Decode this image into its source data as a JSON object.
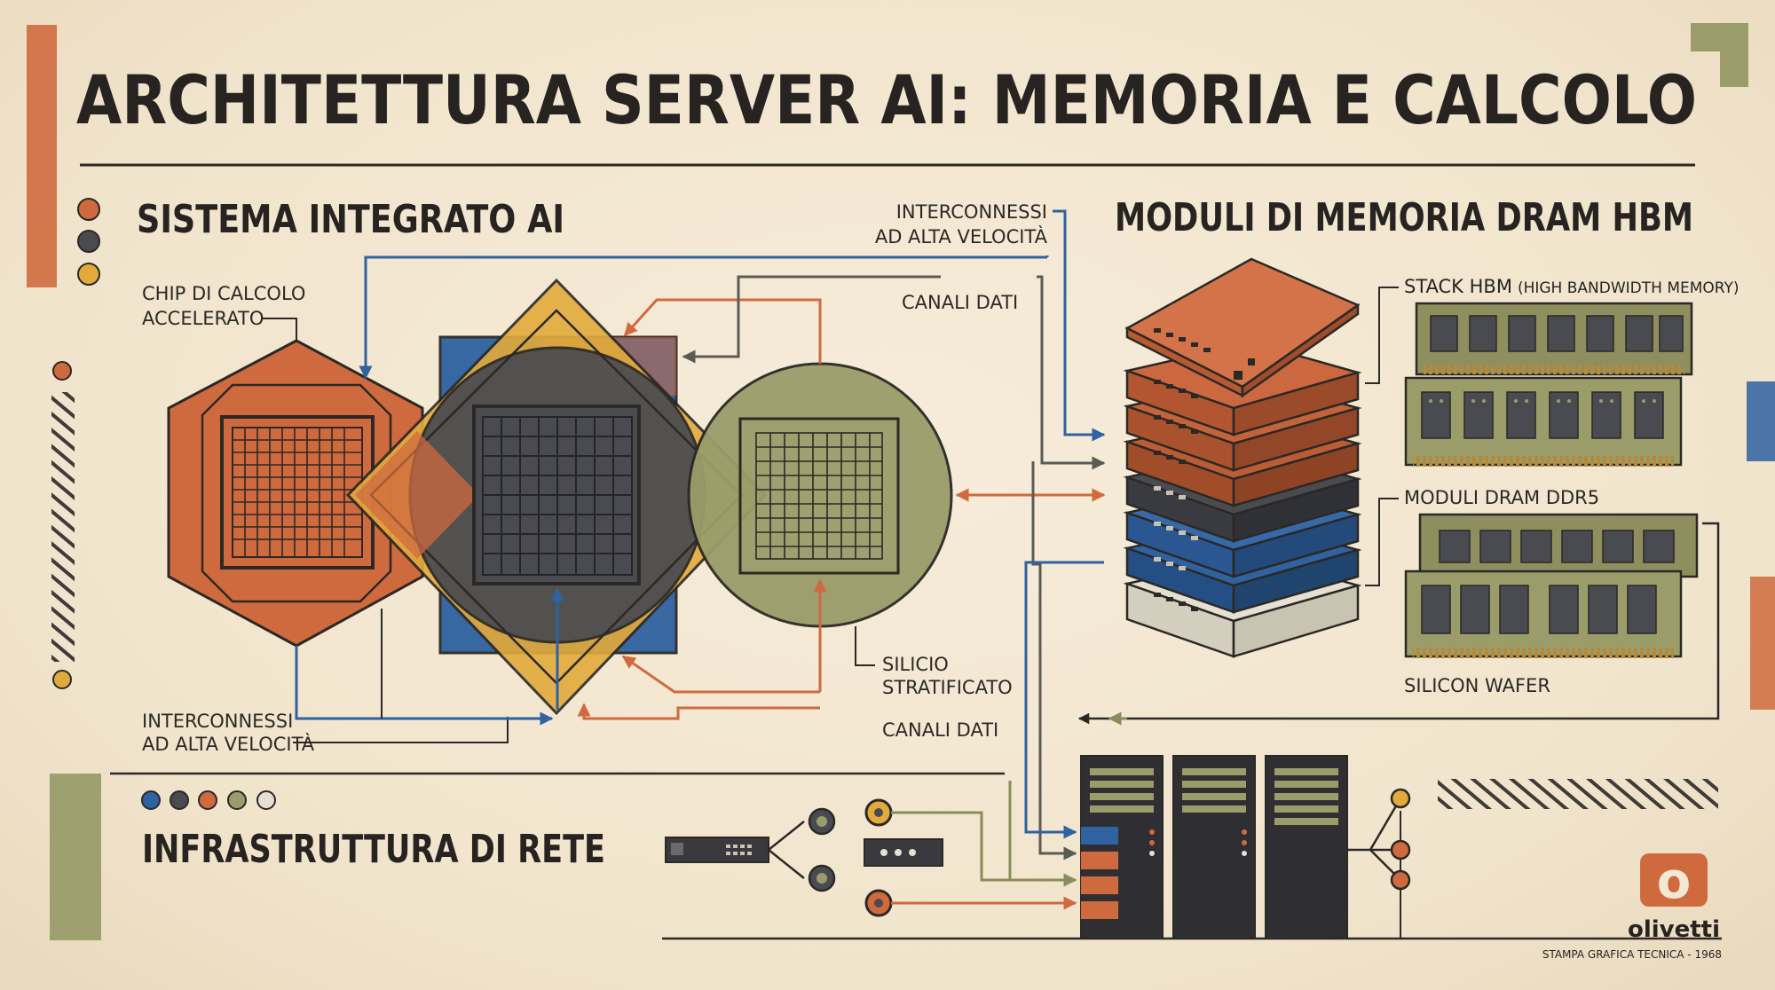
{
  "title": "ARCHITETTURA SERVER AI: MEMORIA E CALCOLO",
  "sections": {
    "integrated": "SISTEMA INTEGRATO AI",
    "memory": "MODULI DI MEMORIA DRAM HBM",
    "network": "INFRASTRUTTURA DI RETE"
  },
  "labels": {
    "chip_line1": "CHIP DI CALCOLO",
    "chip_line2": "ACCELERATO",
    "interconnect_top_line1": "INTERCONNESSI",
    "interconnect_top_line2": "AD ALTA VELOCITÀ",
    "data_channels_top": "CANALI DATI",
    "silicon_line1": "SILICIO",
    "silicon_line2": "STRATIFICATO",
    "data_channels_bottom": "CANALI DATI",
    "interconnect_bottom_line1": "INTERCONNESSI",
    "interconnect_bottom_line2": "AD ALTA VELOCITÀ",
    "hbm_prefix": "STACK HBM",
    "hbm_suffix": "(HIGH BANDWIDTH MEMORY)",
    "ddr5": "MODULI DRAM DDR5",
    "wafer": "SILICON WAFER"
  },
  "brand": {
    "logo_letter": "o",
    "name": "olivetti",
    "footer": "STAMPA GRAFICA TECNICA - 1968"
  },
  "palette": {
    "orange": "#cf6a3f",
    "charcoal": "#4a4b50",
    "mustard": "#e2aa3c",
    "olive": "#9a9c6a",
    "blue": "#2f62a0",
    "paper": "#f3e8d4",
    "ink": "#262320",
    "cream": "#e6e0d2"
  },
  "icons": {
    "dots_left": [
      "orange-dot-icon",
      "charcoal-dot-icon",
      "mustard-dot-icon"
    ],
    "dots_row": [
      "blue-dot-icon",
      "charcoal-dot-icon",
      "orange-dot-icon",
      "olive-dot-icon",
      "cream-dot-icon"
    ]
  }
}
